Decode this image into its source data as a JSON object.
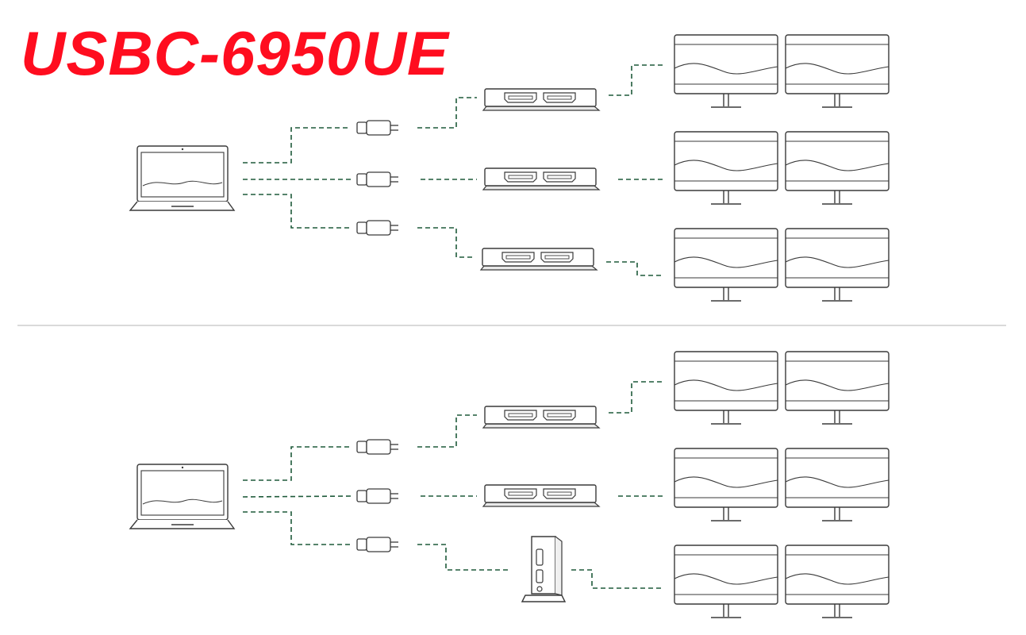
{
  "title": {
    "text": "USBC-6950UE",
    "color": "#ff0d1f"
  },
  "colors": {
    "line": "#3a3a3a",
    "connection": "#1e5a3a",
    "divider": "#b4b4b4",
    "background": "#ffffff"
  },
  "icons": {
    "host": "laptop-icon",
    "adapter": "usb-c-adapter-icon",
    "hub": "dual-hdmi-hub-icon",
    "dock": "vertical-dock-icon",
    "display": "monitor-icon"
  },
  "sections": [
    {
      "id": "top",
      "host": "laptop",
      "links": [
        {
          "device": "dual-hdmi-hub",
          "displays": 2
        },
        {
          "device": "dual-hdmi-hub",
          "displays": 2
        },
        {
          "device": "dual-hdmi-hub",
          "displays": 2
        }
      ]
    },
    {
      "id": "bottom",
      "host": "laptop",
      "links": [
        {
          "device": "dual-hdmi-hub",
          "displays": 2
        },
        {
          "device": "dual-hdmi-hub",
          "displays": 2
        },
        {
          "device": "vertical-dock",
          "displays": 2
        }
      ]
    }
  ]
}
